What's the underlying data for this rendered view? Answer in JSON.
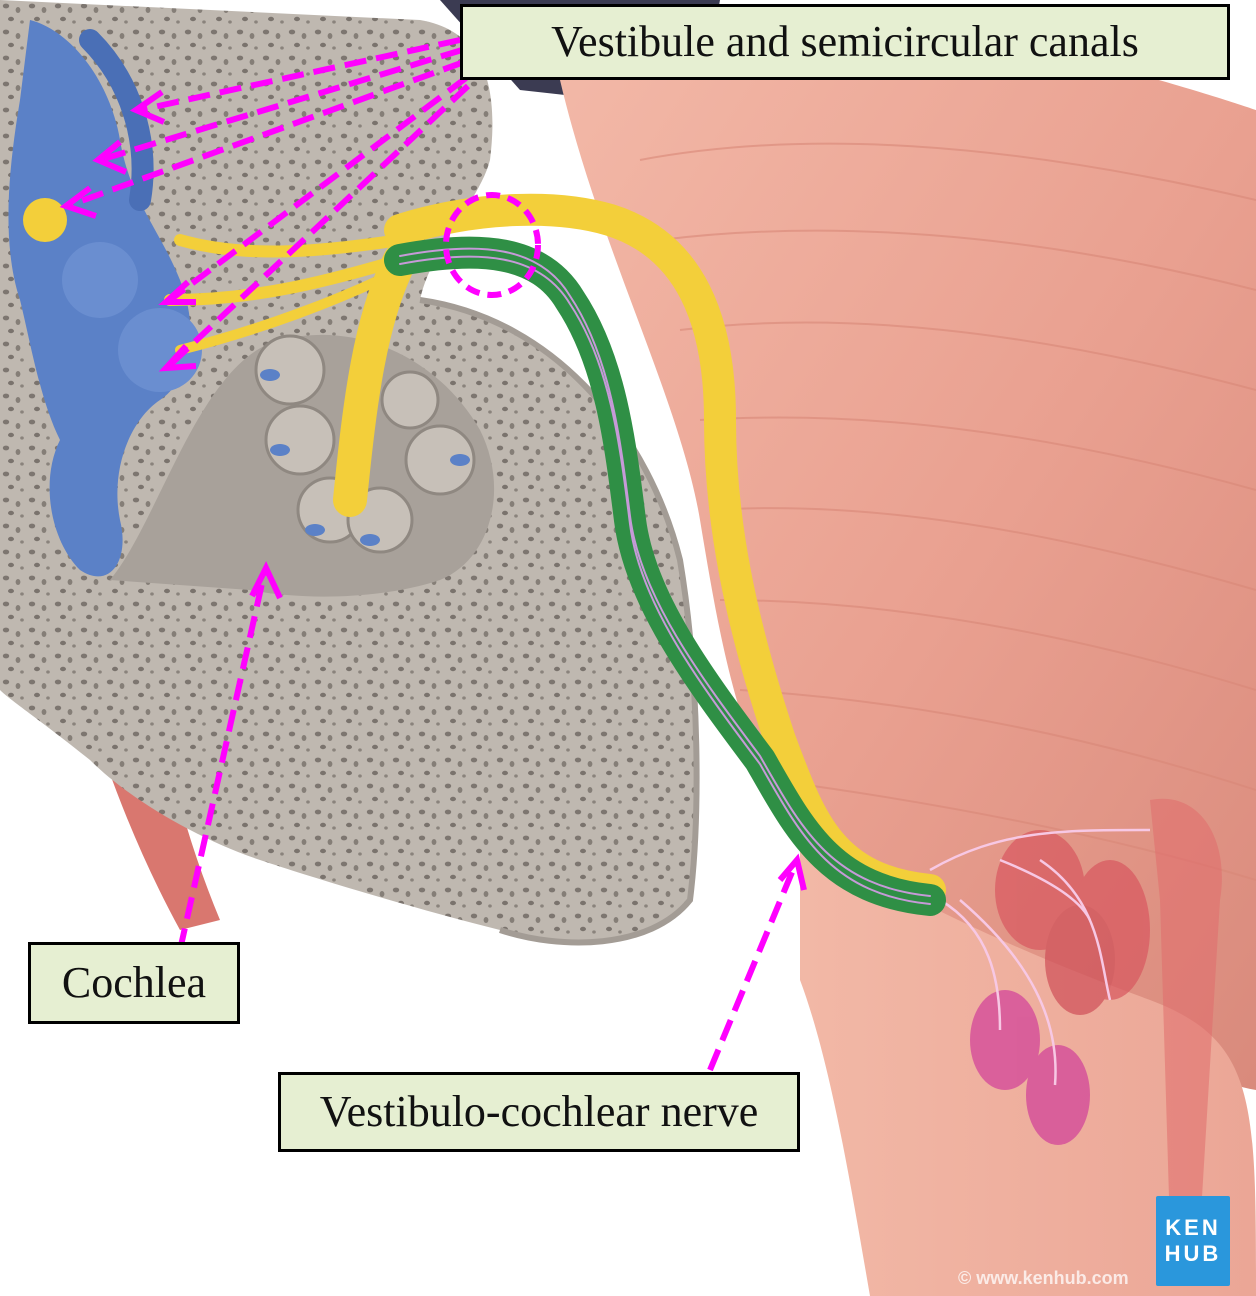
{
  "labels": {
    "vestibule": "Vestibule and semicircular canals",
    "cochlea": "Cochlea",
    "nerve": "Vestibulo-cochlear nerve"
  },
  "logo": {
    "line1": "KEN",
    "line2": "HUB"
  },
  "watermark": "© www.kenhub.com",
  "colors": {
    "label_fill": "#e6efd2",
    "label_border": "#000000",
    "arrow": "#ff00ff",
    "bone": "#bdb6ae",
    "vestibular_system": "#5a7fc8",
    "nerve_yellow": "#f3cf3a",
    "nerve_green": "#2f8f45",
    "brainstem": "#e9a594",
    "logo_blue": "#2a97dc"
  }
}
